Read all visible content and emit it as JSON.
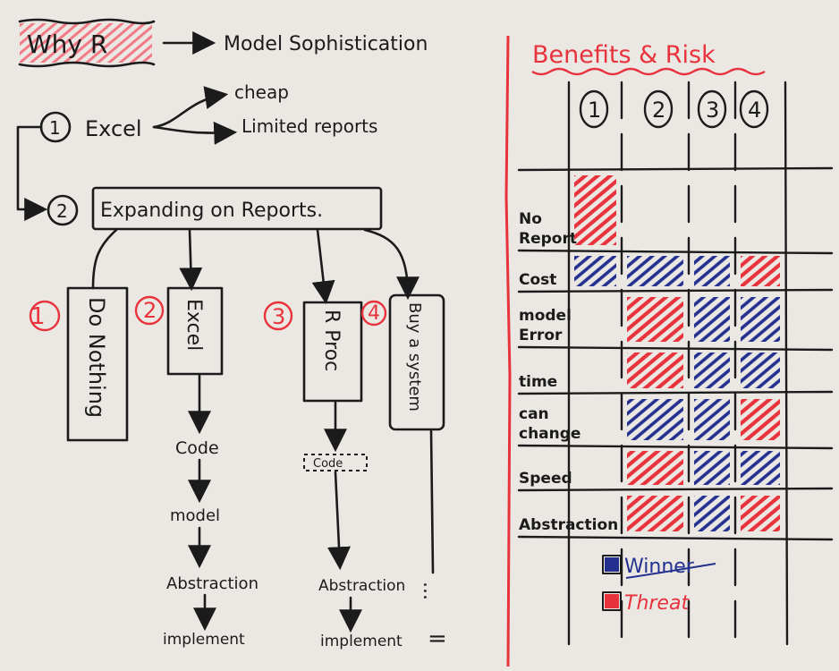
{
  "left": {
    "title": "Why R",
    "goal": "Model Sophistication",
    "option1": {
      "num": "1",
      "label": "Excel",
      "pros": [
        "cheap",
        "Limited reports"
      ]
    },
    "option2": {
      "num": "2",
      "label": "Expanding on Reports."
    },
    "branches": [
      {
        "num": "1",
        "label": "Do Nothing",
        "steps": []
      },
      {
        "num": "2",
        "label": "Excel",
        "steps": [
          "Code",
          "model",
          "Abstraction",
          "implement"
        ]
      },
      {
        "num": "3",
        "label": "R Proc",
        "steps": [
          "Code",
          "Abstraction",
          "implement"
        ]
      },
      {
        "num": "4",
        "label": "Buy a system",
        "steps": [
          "...",
          "="
        ]
      }
    ]
  },
  "right": {
    "title": "Benefits & Risk",
    "columns": [
      "1",
      "2",
      "3",
      "4"
    ],
    "rows": [
      "No Report",
      "Cost",
      "model Error",
      "time",
      "can change",
      "Speed",
      "Abstraction"
    ],
    "cells": [
      [
        "threat",
        "",
        "",
        ""
      ],
      [
        "winner",
        "winner",
        "winner",
        "threat"
      ],
      [
        "",
        "threat",
        "winner",
        "winner"
      ],
      [
        "",
        "threat",
        "winner",
        "winner"
      ],
      [
        "",
        "winner",
        "winner",
        "threat"
      ],
      [
        "",
        "threat",
        "winner",
        "winner"
      ],
      [
        "",
        "threat",
        "winner",
        "threat"
      ]
    ],
    "legend": [
      {
        "key": "winner",
        "label": "Winner",
        "color": "#23308f"
      },
      {
        "key": "threat",
        "label": "Threat",
        "color": "#e8323c"
      }
    ]
  },
  "colors": {
    "ink": "#1b1b1b",
    "red": "#e8323c",
    "blue": "#23308f",
    "board": "#e9e6e2"
  }
}
